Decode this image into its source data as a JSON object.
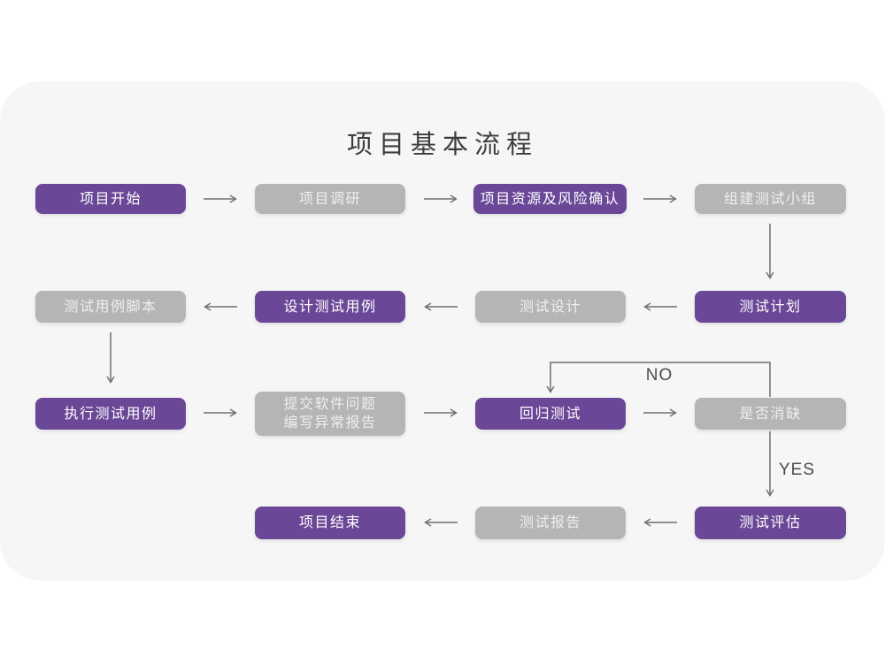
{
  "title": "项目基本流程",
  "colors": {
    "node_purple": "#6A4797",
    "node_gray": "#B5B5B5",
    "line": "#6f6f6f",
    "card_background": "#F6F6F6",
    "title_text": "#3d3d3d"
  },
  "nodes": [
    {
      "id": "project-start",
      "label": "项目开始",
      "variant": "purple"
    },
    {
      "id": "project-research",
      "label": "项目调研",
      "variant": "gray"
    },
    {
      "id": "resource-risk-confirm",
      "label": "项目资源及风险确认",
      "variant": "purple"
    },
    {
      "id": "build-test-team",
      "label": "组建测试小组",
      "variant": "gray"
    },
    {
      "id": "test-plan",
      "label": "测试计划",
      "variant": "purple"
    },
    {
      "id": "test-design",
      "label": "测试设计",
      "variant": "gray"
    },
    {
      "id": "design-test-cases",
      "label": "设计测试用例",
      "variant": "purple"
    },
    {
      "id": "test-case-script",
      "label": "测试用例脚本",
      "variant": "gray"
    },
    {
      "id": "execute-test-cases",
      "label": "执行测试用例",
      "variant": "purple"
    },
    {
      "id": "submit-issue-report",
      "lines": [
        "提交软件问题",
        "编写异常报告"
      ],
      "variant": "gray"
    },
    {
      "id": "regression-test",
      "label": "回归测试",
      "variant": "purple"
    },
    {
      "id": "defect-cleared",
      "label": "是否消缺",
      "variant": "gray"
    },
    {
      "id": "test-evaluate",
      "label": "测试评估",
      "variant": "purple"
    },
    {
      "id": "test-report",
      "label": "测试报告",
      "variant": "gray"
    },
    {
      "id": "project-end",
      "label": "项目结束",
      "variant": "purple"
    }
  ],
  "edge_labels": {
    "no": "NO",
    "yes": "YES"
  },
  "edges": [
    {
      "from": "project-start",
      "to": "project-research"
    },
    {
      "from": "project-research",
      "to": "resource-risk-confirm"
    },
    {
      "from": "resource-risk-confirm",
      "to": "build-test-team"
    },
    {
      "from": "build-test-team",
      "to": "test-plan"
    },
    {
      "from": "test-plan",
      "to": "test-design"
    },
    {
      "from": "test-design",
      "to": "design-test-cases"
    },
    {
      "from": "design-test-cases",
      "to": "test-case-script"
    },
    {
      "from": "test-case-script",
      "to": "execute-test-cases"
    },
    {
      "from": "execute-test-cases",
      "to": "submit-issue-report"
    },
    {
      "from": "submit-issue-report",
      "to": "regression-test"
    },
    {
      "from": "regression-test",
      "to": "defect-cleared"
    },
    {
      "from": "defect-cleared",
      "to": "regression-test",
      "label": "NO"
    },
    {
      "from": "defect-cleared",
      "to": "test-evaluate",
      "label": "YES"
    },
    {
      "from": "test-evaluate",
      "to": "test-report"
    },
    {
      "from": "test-report",
      "to": "project-end"
    }
  ]
}
